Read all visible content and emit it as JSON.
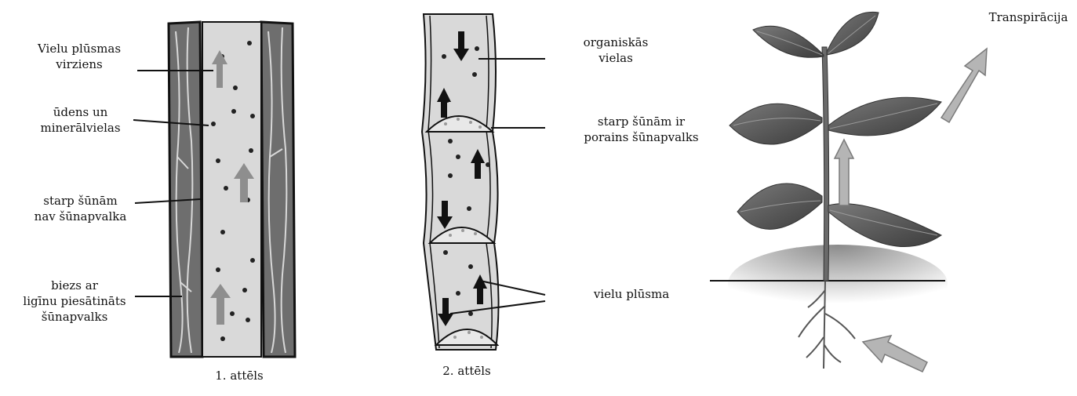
{
  "figure1": {
    "caption": "1. attēls",
    "labels": {
      "flow_direction": [
        "Vielu plūsmas",
        "virziens"
      ],
      "water_minerals": [
        "ūdens un",
        "minerālvielas"
      ],
      "no_cell_wall": [
        "starp šūnām",
        "nav šūnapvalka"
      ],
      "thick_wall": [
        "biezs ar",
        "ligīnu piesātināts",
        "šūnapvalks"
      ]
    }
  },
  "figure2": {
    "caption": "2. attēls",
    "labels": {
      "organic": [
        "organiskās",
        "vielas"
      ],
      "porous_wall": [
        "starp šūnām ir",
        "porains šūnapvalks"
      ],
      "flow": [
        "vielu plūsma"
      ]
    }
  },
  "figure3": {
    "labels": {
      "transpiration": "Transpirācija"
    }
  },
  "colors": {
    "vessel_fill": "#d9d9d9",
    "wall_fill": "#6e6e6e",
    "arrow_gray": "#a0a0a0",
    "arrow_dark": "#111111",
    "leaf_fill": "#5a5a5a",
    "soil": "#bdbdbd"
  }
}
